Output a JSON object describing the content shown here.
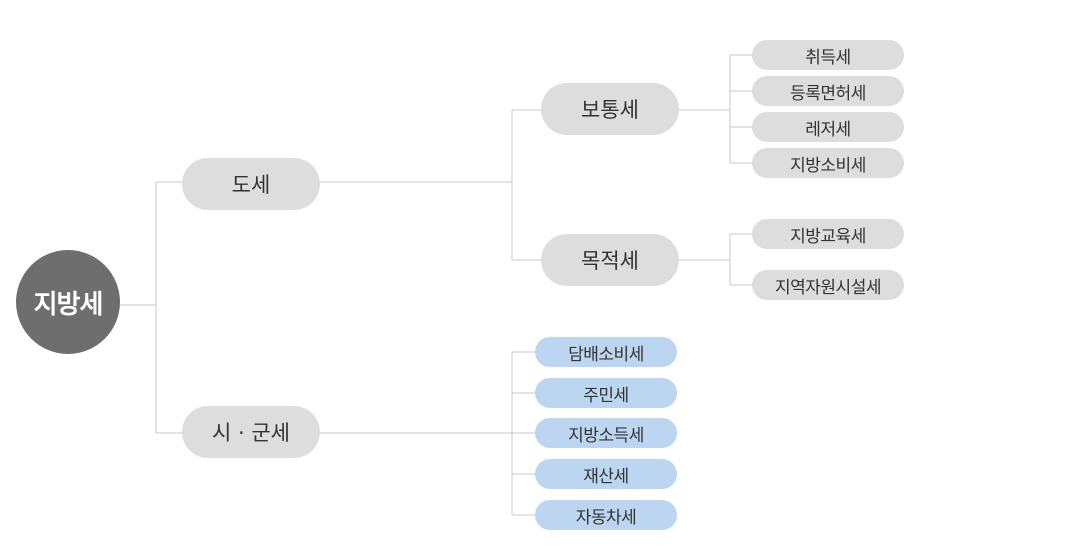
{
  "colors": {
    "root_fill": "#6e6e6e",
    "root_text": "#ffffff",
    "gray_node_fill": "#dddddd",
    "blue_node_fill": "#bcd5f0",
    "line": "#c9c9c9",
    "text": "#333333"
  },
  "root": {
    "label": "지방세"
  },
  "province": {
    "label": "도세",
    "ordinary": {
      "label": "보통세",
      "items": [
        "취득세",
        "등록면허세",
        "레저세",
        "지방소비세"
      ]
    },
    "purpose": {
      "label": "목적세",
      "items": [
        "지방교육세",
        "지역자원시설세"
      ]
    }
  },
  "city": {
    "label": "시 · 군세",
    "items": [
      "담배소비세",
      "주민세",
      "지방소득세",
      "재산세",
      "자동차세"
    ]
  }
}
